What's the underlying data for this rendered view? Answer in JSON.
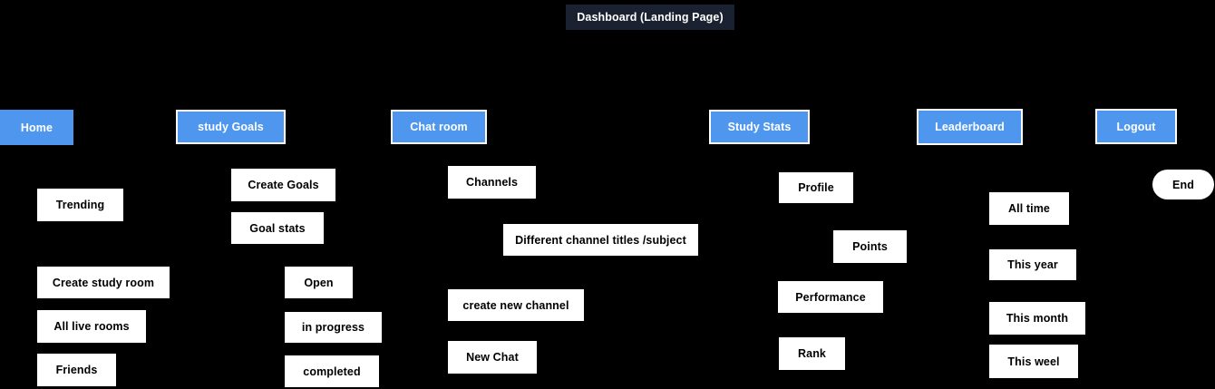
{
  "colors": {
    "background": "#000000",
    "accent_blue": "#4f97ee",
    "navy": "#1a2130",
    "node_bg": "#ffffff"
  },
  "title_node": {
    "label": "Dashboard (Landing Page)"
  },
  "nav_items": [
    {
      "label": "Home"
    },
    {
      "label": "study Goals"
    },
    {
      "label": "Chat room"
    },
    {
      "label": "Study Stats"
    },
    {
      "label": "Leaderboard"
    },
    {
      "label": "Logout"
    }
  ],
  "home_items": [
    {
      "label": "Trending"
    },
    {
      "label": "Create study room"
    },
    {
      "label": "All live rooms"
    },
    {
      "label": "Friends"
    }
  ],
  "goal_items": [
    {
      "label": "Create Goals"
    },
    {
      "label": "Goal stats"
    },
    {
      "label": "Open"
    },
    {
      "label": "in progress"
    },
    {
      "label": "completed"
    }
  ],
  "chat_items": [
    {
      "label": "Channels"
    },
    {
      "label": "Different channel titles /subject"
    },
    {
      "label": "create new channel"
    },
    {
      "label": "New Chat"
    }
  ],
  "stats_items": [
    {
      "label": "Profile"
    },
    {
      "label": "Points"
    },
    {
      "label": "Performance"
    },
    {
      "label": "Rank"
    }
  ],
  "leaderboard_items": [
    {
      "label": "All time"
    },
    {
      "label": "This year"
    },
    {
      "label": "This month"
    },
    {
      "label": "This weel"
    }
  ],
  "end_node": {
    "label": "End"
  }
}
